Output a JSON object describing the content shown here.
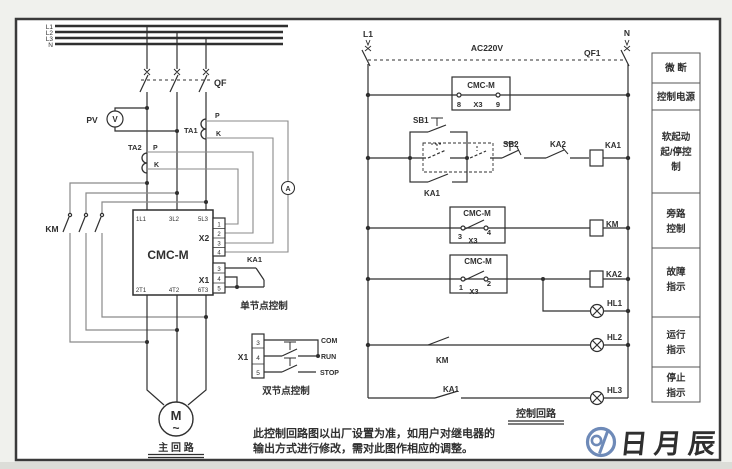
{
  "colors": {
    "line": "#2f2f2f",
    "wire_gray": "#8a8a8a",
    "diagram_background": "#ffffff",
    "page_margin": "#f0f1ed",
    "logo_blue": "#6e8ab8",
    "logo_text_blue": "#46649c"
  },
  "main_circuit": {
    "bus_labels": [
      "L1",
      "L2",
      "L3",
      "N"
    ],
    "breaker_label": "QF",
    "voltmeter": {
      "label": "PV",
      "symbol": "V"
    },
    "ammeter_symbol": "A",
    "ct1": {
      "label": "TA1",
      "p": "P",
      "k": "K"
    },
    "ct2": {
      "label": "TA2",
      "p": "P",
      "k": "K"
    },
    "contactor_label": "KM",
    "device_label": "CMC-M",
    "terminals_top": [
      "1L1",
      "3L2",
      "5L3"
    ],
    "terminals_bottom": [
      "2T1",
      "4T2",
      "6T3"
    ],
    "x2": {
      "label": "X2",
      "pins": [
        "1",
        "2",
        "3",
        "4"
      ]
    },
    "x1": {
      "label": "X1",
      "pins": [
        "3",
        "4",
        "5"
      ]
    },
    "ka1_contact_label": "KA1",
    "single_node_caption": "单节点控制",
    "dual_node": {
      "x1_label": "X1",
      "pins": [
        "3",
        "4",
        "5"
      ],
      "com": "COM",
      "run": "RUN",
      "stop": "STOP",
      "caption": "双节点控制"
    },
    "motor": {
      "symbol": "M",
      "wave": "~"
    },
    "title": "主 回 路"
  },
  "control_circuit": {
    "phase_label": "L1",
    "neutral_label": "N",
    "voltage_label": "AC220V",
    "breaker_label": "QF1",
    "rungs": {
      "power": {
        "device": "CMC-M",
        "t_left": "8",
        "t_mid": "X3",
        "t_right": "9"
      },
      "start_stop": {
        "sb1": "SB1",
        "sb2": "SB2",
        "ka2_nc": "KA2",
        "ka1_coil": "KA1",
        "ka1_parallel": "KA1"
      },
      "bypass": {
        "device": "CMC-M",
        "t_left": "3",
        "t_mid": "X3",
        "t_right": "4",
        "km_coil": "KM"
      },
      "fault": {
        "device": "CMC-M",
        "t_left": "1",
        "t_mid": "X3",
        "t_right": "2",
        "ka2_coil": "KA2",
        "hl1": "HL1"
      },
      "run": {
        "km_contact": "KM",
        "hl2": "HL2"
      },
      "stop": {
        "ka1_contact": "KA1",
        "hl3": "HL3"
      }
    },
    "title": "控制回路"
  },
  "right_panel": {
    "items": [
      {
        "lines": [
          "微  断"
        ]
      },
      {
        "lines": [
          "控制电源"
        ]
      },
      {
        "lines": [
          "软起动",
          "起/停控",
          "制"
        ]
      },
      {
        "lines": [
          "旁路",
          "控制"
        ]
      },
      {
        "lines": [
          "故障",
          "指示"
        ]
      },
      {
        "lines": [
          "运行",
          "指示"
        ]
      },
      {
        "lines": [
          "停止",
          "指示"
        ]
      }
    ]
  },
  "caption": {
    "line1": "此控制回路图以出厂设置为准，如用户对继电器的",
    "line2": "输出方式进行修改，需对此图作相应的调整。"
  },
  "logo": {
    "text": "日月辰"
  }
}
